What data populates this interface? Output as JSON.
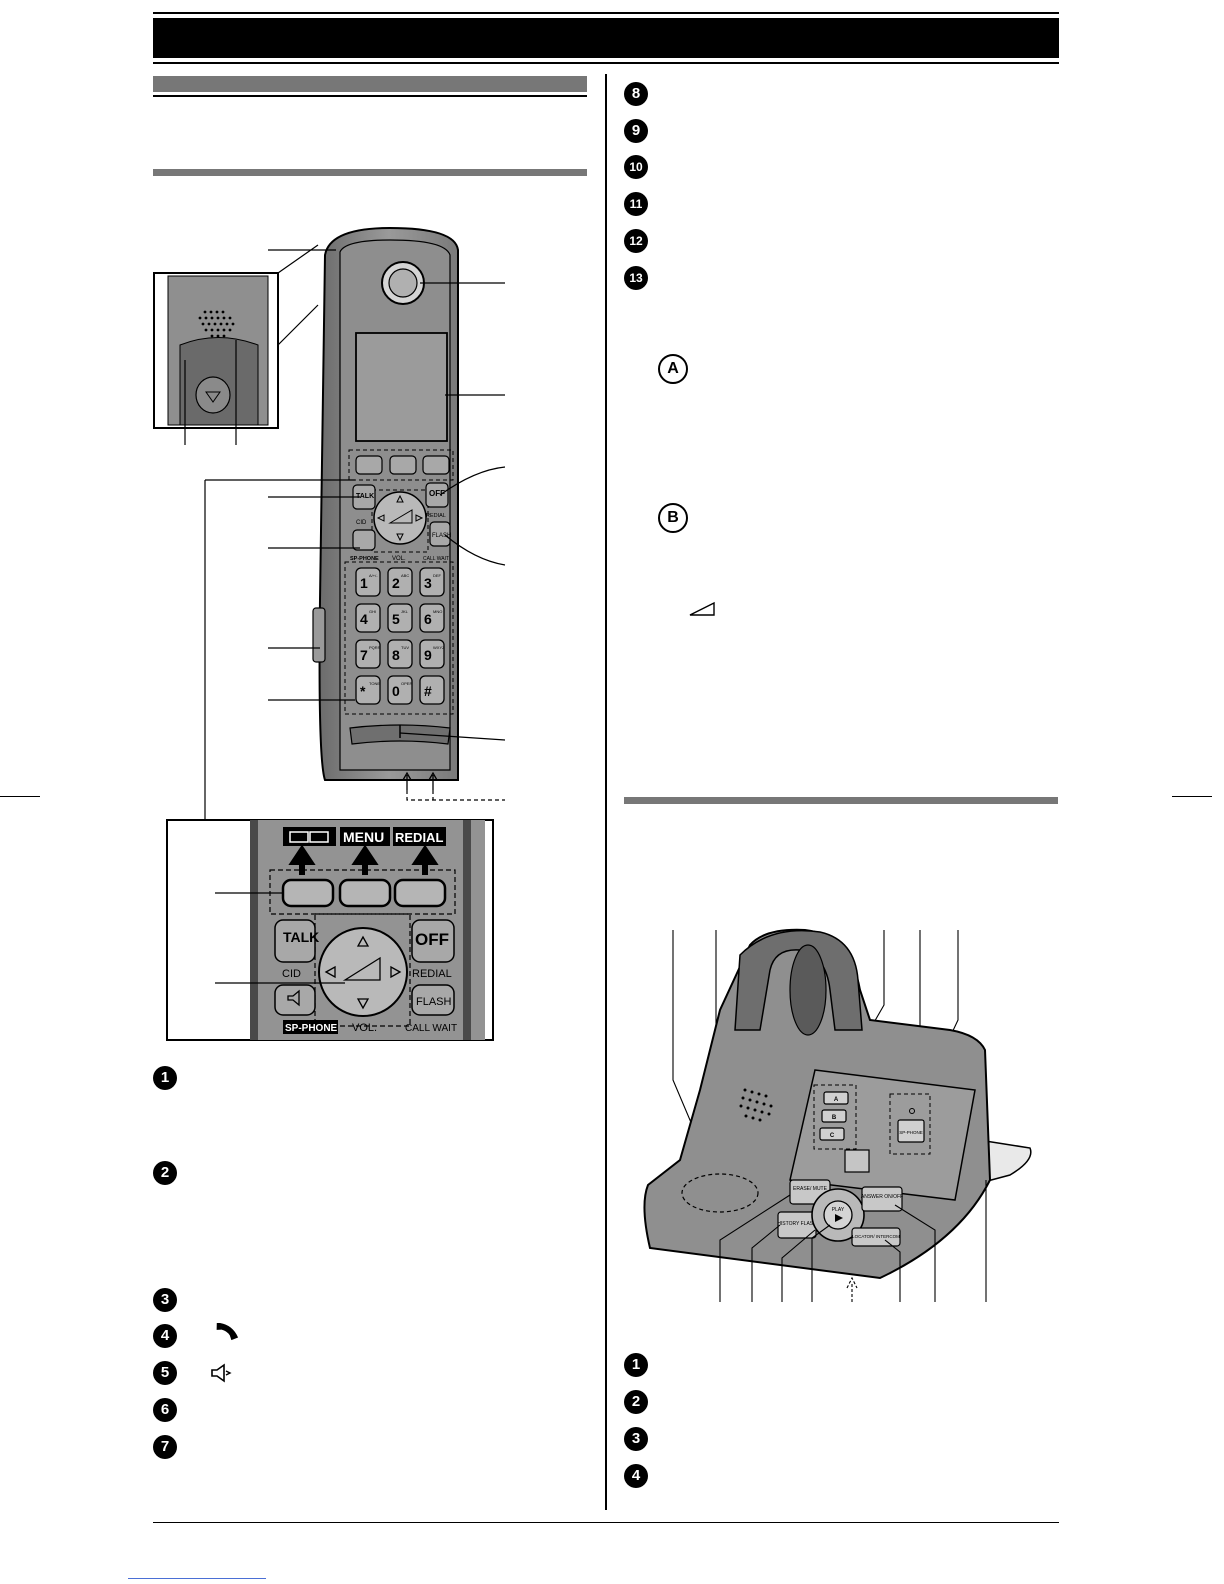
{
  "handset_figure": {
    "soft_key_labels": [
      "MENU",
      "REDIAL"
    ],
    "talk_key": "TALK",
    "cid_label": "CID",
    "sp_phone_label": "SP-PHONE",
    "vol_label": "VOL.",
    "off_key": "OFF",
    "redial_label": "REDIAL",
    "flash_key": "FLASH",
    "call_wait_label": "CALL WAIT",
    "dial_keys": [
      {
        "digit": "1",
        "sub": "A/+/-"
      },
      {
        "digit": "2",
        "sub": "ABC"
      },
      {
        "digit": "3",
        "sub": "DEF"
      },
      {
        "digit": "4",
        "sub": "GHI"
      },
      {
        "digit": "5",
        "sub": "JKL"
      },
      {
        "digit": "6",
        "sub": "MNO"
      },
      {
        "digit": "7",
        "sub": "PQRS"
      },
      {
        "digit": "8",
        "sub": "TUV"
      },
      {
        "digit": "9",
        "sub": "WXYZ"
      },
      {
        "digit": "*",
        "sub": "TONE"
      },
      {
        "digit": "0",
        "sub": "OPER"
      },
      {
        "digit": "#",
        "sub": ""
      }
    ]
  },
  "base_figure": {
    "buttons": {
      "a": "A",
      "b": "B",
      "c": "C",
      "sp_phone": "SP-PHONE",
      "erase_mute": "ERASE/ MUTE",
      "history_flash": "HISTORY FLASH",
      "play": "PLAY",
      "answer_onoff": "ANSWER ON/OFF",
      "locator_intercom": "LOCATOR/ INTERCOM"
    }
  },
  "handset_callouts": [
    "1",
    "2",
    "3",
    "4",
    "5",
    "6",
    "7"
  ],
  "right_callouts": [
    "8",
    "9",
    "10",
    "11",
    "12",
    "13"
  ],
  "letters": [
    "A",
    "B"
  ],
  "base_callouts": [
    "1",
    "2",
    "3",
    "4"
  ],
  "colors": {
    "header_bar": "#000000",
    "section_bar": "#777777",
    "device_body": "#8a8a8a",
    "device_dark": "#4a4a4a"
  },
  "icons": [
    "handset-talk-icon",
    "speakerphone-icon",
    "volume-wedge-icon"
  ]
}
